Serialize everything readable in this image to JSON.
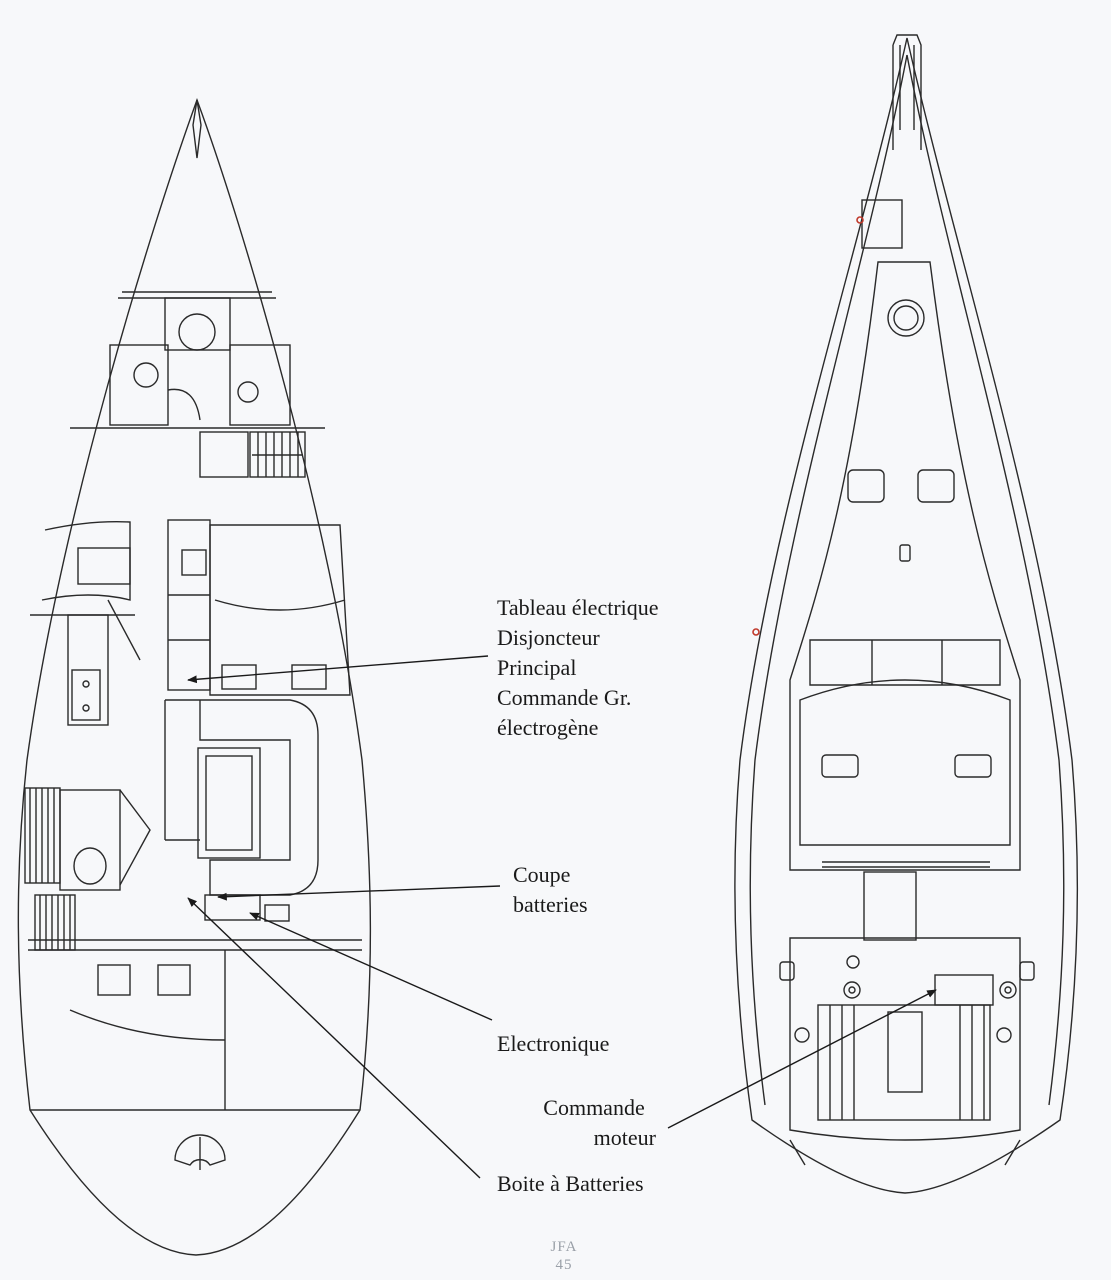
{
  "labels": {
    "tableau": [
      "Tableau électrique",
      "Disjoncteur",
      "Principal",
      "Commande Gr.",
      "électrogène"
    ],
    "coupe": [
      "Coupe",
      "batteries"
    ],
    "electronique": "Electronique",
    "commande_moteur": [
      "Commande",
      "moteur"
    ],
    "boite": "Boite à Batteries"
  },
  "logo": [
    "JFA",
    "45"
  ],
  "colors": {
    "line": "#2a2a2a",
    "background": "#f7f8fa",
    "accent": "#c0392b"
  }
}
